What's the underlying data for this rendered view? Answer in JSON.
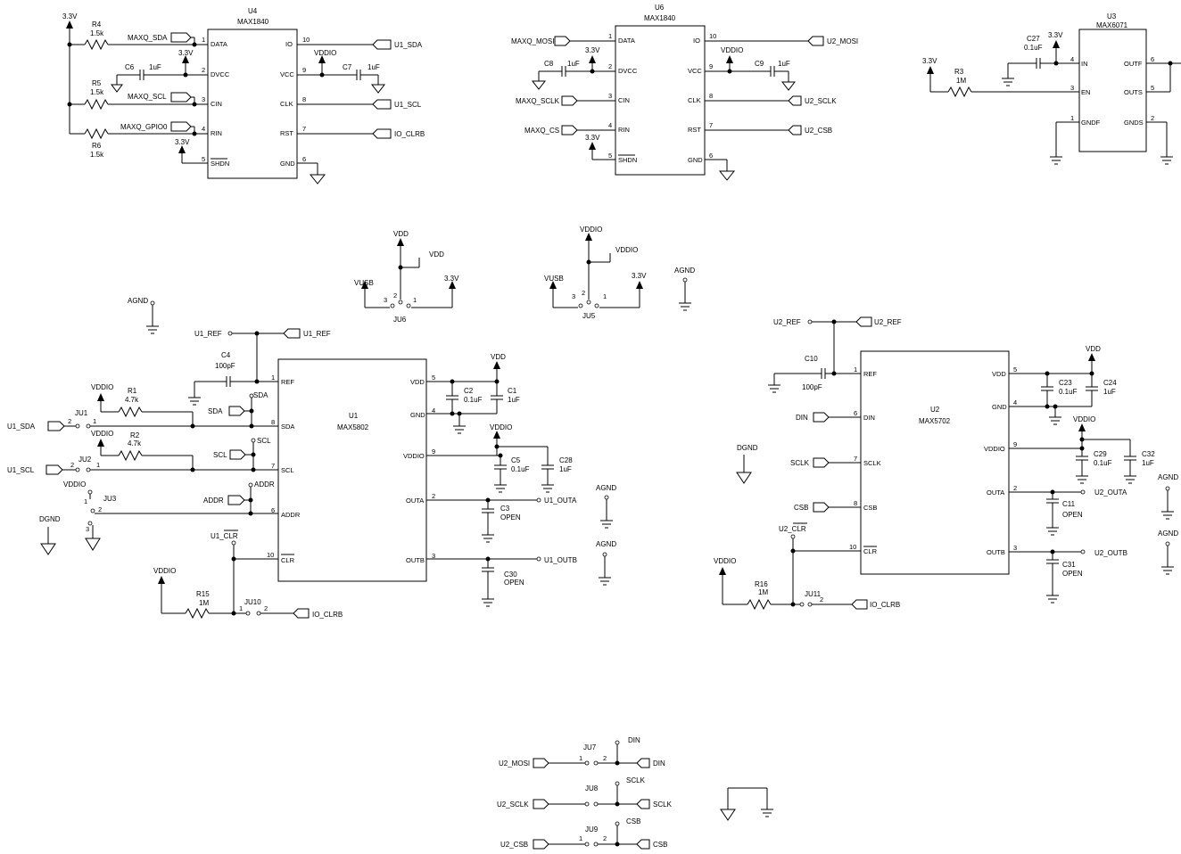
{
  "components": {
    "U4": {
      "ref": "U4",
      "part": "MAX1840",
      "pins": [
        {
          "name": "DATA",
          "num": "1"
        },
        {
          "name": "DVCC",
          "num": "2"
        },
        {
          "name": "CIN",
          "num": "3"
        },
        {
          "name": "RIN",
          "num": "4"
        },
        {
          "name": "SHDN",
          "num": "5"
        },
        {
          "name": "IO",
          "num": "10"
        },
        {
          "name": "VCC",
          "num": "9"
        },
        {
          "name": "CLK",
          "num": "8"
        },
        {
          "name": "RST",
          "num": "7"
        },
        {
          "name": "GND",
          "num": "6"
        }
      ]
    },
    "U6": {
      "ref": "U6",
      "part": "MAX1840",
      "pins": [
        {
          "name": "DATA",
          "num": "1"
        },
        {
          "name": "DVCC",
          "num": "2"
        },
        {
          "name": "CIN",
          "num": "3"
        },
        {
          "name": "RIN",
          "num": "4"
        },
        {
          "name": "SHDN",
          "num": "5"
        },
        {
          "name": "IO",
          "num": "10"
        },
        {
          "name": "VCC",
          "num": "9"
        },
        {
          "name": "CLK",
          "num": "8"
        },
        {
          "name": "RST",
          "num": "7"
        },
        {
          "name": "GND",
          "num": "6"
        }
      ]
    },
    "U3": {
      "ref": "U3",
      "part": "MAX6071",
      "pins": [
        {
          "name": "IN",
          "num": "4"
        },
        {
          "name": "EN",
          "num": "3"
        },
        {
          "name": "GNDF",
          "num": "1"
        },
        {
          "name": "OUTF",
          "num": "6"
        },
        {
          "name": "OUTS",
          "num": "5"
        },
        {
          "name": "GNDS",
          "num": "2"
        }
      ]
    },
    "U1": {
      "ref": "U1",
      "part": "MAX5802",
      "pins": [
        {
          "name": "REF",
          "num": "1"
        },
        {
          "name": "SDA",
          "num": "8"
        },
        {
          "name": "SCL",
          "num": "7"
        },
        {
          "name": "ADDR",
          "num": "6"
        },
        {
          "name": "CLR",
          "num": "10"
        },
        {
          "name": "VDD",
          "num": "5"
        },
        {
          "name": "GND",
          "num": "4"
        },
        {
          "name": "VDDIO",
          "num": "9"
        },
        {
          "name": "OUTA",
          "num": "2"
        },
        {
          "name": "OUTB",
          "num": "3"
        }
      ]
    },
    "U2": {
      "ref": "U2",
      "part": "MAX5702",
      "pins": [
        {
          "name": "REF",
          "num": "1"
        },
        {
          "name": "DIN",
          "num": "6"
        },
        {
          "name": "SCLK",
          "num": "7"
        },
        {
          "name": "CSB",
          "num": "8"
        },
        {
          "name": "CLR",
          "num": "10"
        },
        {
          "name": "VDD",
          "num": "5"
        },
        {
          "name": "GND",
          "num": "4"
        },
        {
          "name": "VDDIO",
          "num": "9"
        },
        {
          "name": "OUTA",
          "num": "2"
        },
        {
          "name": "OUTB",
          "num": "3"
        }
      ]
    }
  },
  "passives": {
    "R4": {
      "ref": "R4",
      "value": "1.5k"
    },
    "R5": {
      "ref": "R5",
      "value": "1.5k"
    },
    "R6": {
      "ref": "R6",
      "value": "1.5k"
    },
    "R3": {
      "ref": "R3",
      "value": "1M"
    },
    "R1": {
      "ref": "R1",
      "value": "4.7k"
    },
    "R2": {
      "ref": "R2",
      "value": "4.7k"
    },
    "R15": {
      "ref": "R15",
      "value": "1M"
    },
    "R16": {
      "ref": "R16",
      "value": "1M"
    },
    "C6": {
      "ref": "C6",
      "value": "1uF"
    },
    "C7": {
      "ref": "C7",
      "value": "1uF"
    },
    "C8": {
      "ref": "C8",
      "value": "1uF"
    },
    "C9": {
      "ref": "C9",
      "value": "1uF"
    },
    "C27": {
      "ref": "C27",
      "value": "0.1uF"
    },
    "C4": {
      "ref": "C4",
      "value": "100pF"
    },
    "C10": {
      "ref": "C10",
      "value": "100pF"
    },
    "C2": {
      "ref": "C2",
      "value": "0.1uF"
    },
    "C1": {
      "ref": "C1",
      "value": "1uF"
    },
    "C5": {
      "ref": "C5",
      "value": "0.1uF"
    },
    "C28": {
      "ref": "C28",
      "value": "1uF"
    },
    "C3": {
      "ref": "C3",
      "value": "OPEN"
    },
    "C30": {
      "ref": "C30",
      "value": "OPEN"
    },
    "C23": {
      "ref": "C23",
      "value": "0.1uF"
    },
    "C24": {
      "ref": "C24",
      "value": "1uF"
    },
    "C29": {
      "ref": "C29",
      "value": "0.1uF"
    },
    "C32": {
      "ref": "C32",
      "value": "1uF"
    },
    "C11": {
      "ref": "C11",
      "value": "OPEN"
    },
    "C31": {
      "ref": "C31",
      "value": "OPEN"
    }
  },
  "jumpers": {
    "JU1": "JU1",
    "JU2": "JU2",
    "JU3": "JU3",
    "JU5": "JU5",
    "JU6": "JU6",
    "JU7": "JU7",
    "JU8": "JU8",
    "JU9": "JU9",
    "JU10": "JU10",
    "JU11": "JU11"
  },
  "nets": {
    "v33": "3.3V",
    "vddio": "VDDIO",
    "vdd": "VDD",
    "vusb": "VUSB",
    "agnd": "AGND",
    "dgnd": "DGND",
    "maxq_sda": "MAXQ_SDA",
    "maxq_scl": "MAXQ_SCL",
    "maxq_gpio0": "MAXQ_GPIO0",
    "maxq_mosi": "MAXQ_MOSI",
    "maxq_sclk": "MAXQ_SCLK",
    "maxq_cs": "MAXQ_CS",
    "u1_sda": "U1_SDA",
    "u1_scl": "U1_SCL",
    "io_clrb": "IO_CLRB",
    "u2_mosi": "U2_MOSI",
    "u2_sclk": "U2_SCLK",
    "u2_csb": "U2_CSB",
    "u1_ref": "U1_REF",
    "u1_clr": "U1_CLR",
    "u1_outa": "U1_OUTA",
    "u1_outb": "U1_OUTB",
    "u2_ref": "U2_REF",
    "u2_clr": "U2_CLR",
    "u2_outa": "U2_OUTA",
    "u2_outb": "U2_OUTB",
    "sda": "SDA",
    "scl": "SCL",
    "addr": "ADDR",
    "din": "DIN",
    "sclk": "SCLK",
    "csb": "CSB"
  },
  "pin_numbers": {
    "p1": "1",
    "p2": "2",
    "p3": "3"
  }
}
